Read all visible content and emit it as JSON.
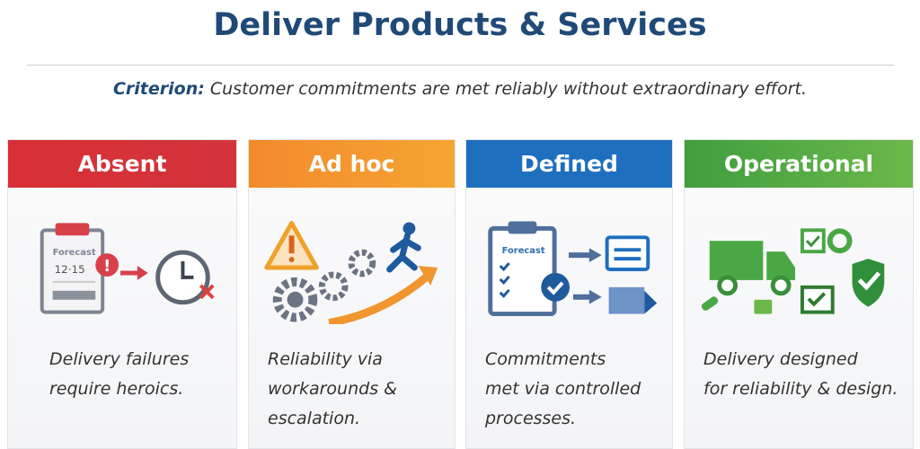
{
  "title": "Deliver Products & Services",
  "criterion": {
    "label": "Criterion:",
    "text": " Customer commitments are met reliably without extraordinary effort."
  },
  "cards": [
    {
      "label": "Absent",
      "color": "#d3303a",
      "lines": [
        "Delivery failures",
        "require heroics."
      ],
      "icon_text": [
        "Forecast",
        "12·15"
      ]
    },
    {
      "label": "Ad hoc",
      "color": "#f0902a",
      "lines": [
        "Reliability via",
        "workarounds &",
        "escalation."
      ]
    },
    {
      "label": "Defined",
      "color": "#1f6fbf",
      "lines": [
        "Commitments",
        "met via controlled",
        "processes."
      ],
      "icon_text": [
        "Forecast"
      ]
    },
    {
      "label": "Operational",
      "color": "#4aa844",
      "lines": [
        "Delivery designed",
        "for reliability & design."
      ]
    }
  ]
}
